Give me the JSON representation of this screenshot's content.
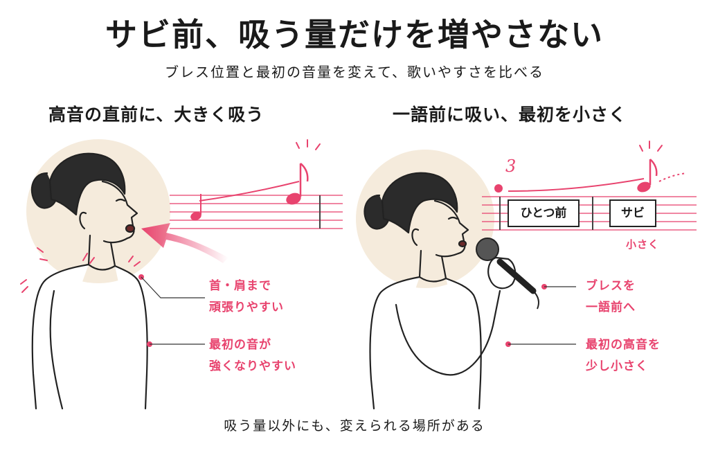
{
  "header": {
    "title": "サビ前、吸う量だけを増やさない",
    "subtitle": "ブレス位置と最初の音量を変えて、歌いやすさを比べる"
  },
  "left_panel": {
    "title": "高音の直前に、大きく吸う",
    "callout_1": {
      "line1": "首・肩まで",
      "line2": "頑張りやすい"
    },
    "callout_2": {
      "line1": "最初の音が",
      "line2": "強くなりやすい"
    }
  },
  "right_panel": {
    "title": "一語前に吸い、最初を小さく",
    "triplet_mark": "3",
    "box_before": "ひとつ前",
    "box_chorus": "サビ",
    "quiet_note": "小さく",
    "callout_1": {
      "line1": "ブレスを",
      "line2": "一語前へ"
    },
    "callout_2": {
      "line1": "最初の高音を",
      "line2": "少し小さく"
    }
  },
  "footer": {
    "text": "吸う量以外にも、変えられる場所がある"
  },
  "colors": {
    "accent": "#e8436e",
    "halo": "#f5ebdc",
    "ink": "#1a1a1a"
  }
}
